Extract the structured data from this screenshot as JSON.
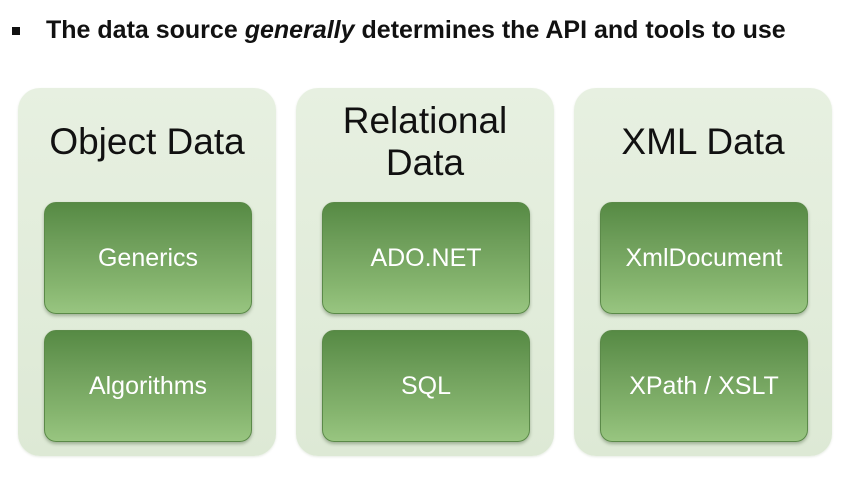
{
  "heading": {
    "prefix": "The data source",
    "emphasis": "generally",
    "suffix": "determines the API and tools to use"
  },
  "columns": [
    {
      "title": "Object Data",
      "items": [
        "Generics",
        "Algorithms"
      ]
    },
    {
      "title": "Relational Data",
      "items": [
        "ADO.NET",
        "SQL"
      ]
    },
    {
      "title": "XML Data",
      "items": [
        "XmlDocument",
        "XPath / XSLT"
      ]
    }
  ],
  "colors": {
    "panel": "#e2ecdb",
    "item_top": "#568a44",
    "item_bottom": "#98c580",
    "item_text": "#ffffff",
    "text": "#111111"
  }
}
